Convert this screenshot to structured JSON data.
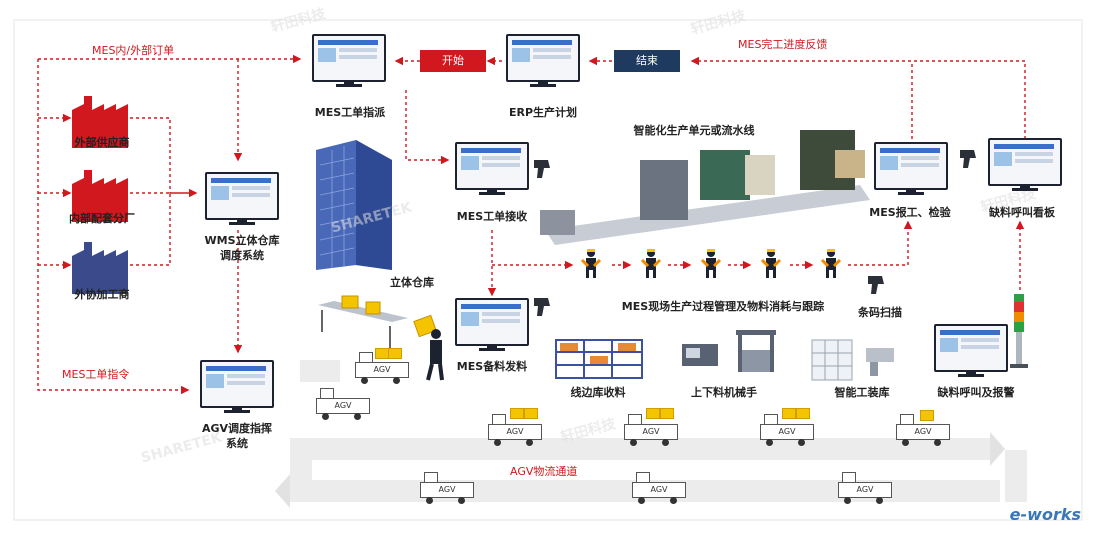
{
  "pills": {
    "start": "开始",
    "end": "结束"
  },
  "flow_labels": {
    "mes_order": "MES内/外部订单",
    "mes_feedback": "MES完工进度反馈",
    "mes_command": "MES工单指令",
    "agv_channel": "AGV物流通道",
    "mes_field": "MES现场生产过程管理及物料消耗与跟踪"
  },
  "nodes": {
    "mes_dispatch": "MES工单指派",
    "erp": "ERP生产计划",
    "smart_unit": "智能化生产单元或流水线",
    "mes_receive": "MES工单接收",
    "mes_report": "MES报工、检验",
    "shortage_board": "缺料呼叫看板",
    "supplier_ext": "外部供应商",
    "supplier_int": "内部配套分厂",
    "supplier_out": "外协加工商",
    "wms_line1": "WMS立体仓库",
    "wms_line2": "调度系统",
    "stereo_wh": "立体仓库",
    "mes_prep": "MES备料发料",
    "edge_wh": "线边库收料",
    "loader": "上下料机械手",
    "tool_wh": "智能工装库",
    "barcode": "条码扫描",
    "shortage_alarm": "缺料呼叫及报警",
    "agv_line1": "AGV调度指挥",
    "agv_line2": "系统"
  },
  "agv_tag": "AGV",
  "watermark": {
    "cn": "轩田科技",
    "en": "SHARETEK"
  },
  "brand": "e-works",
  "colors": {
    "flow_red": "#d0181e",
    "navy": "#1f3a5f",
    "factory_red": "#d0181e",
    "factory_blue": "#3a4a8a",
    "cargo": "#f5c400"
  }
}
